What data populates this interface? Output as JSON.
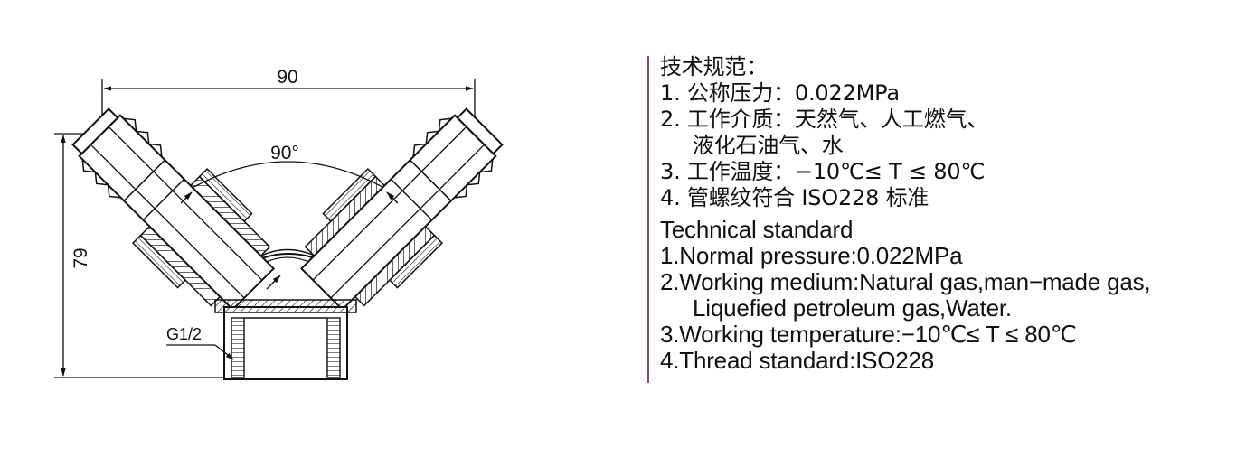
{
  "drawing": {
    "dimension_width": "90",
    "dimension_height": "79",
    "angle": "90°",
    "thread_label": "G1/2"
  },
  "spec_cn": {
    "title": "技术规范：",
    "item1": "1. 公称压力：0.022MPa",
    "item2": "2. 工作介质：天然气、人工燃气、",
    "item2_cont": "液化石油气、水",
    "item3": "3. 工作温度：−10℃≤ T ≤ 80℃",
    "item4": "4. 管螺纹符合 ISO228 标准"
  },
  "spec_en": {
    "title": "Technical standard",
    "item1": "1.Normal pressure:0.022MPa",
    "item2": "2.Working medium:Natural gas,man−made gas,",
    "item2_cont": "Liquefied petroleum gas,Water.",
    "item3": "3.Working temperature:−10℃≤ T ≤ 80℃",
    "item4": "4.Thread standard:ISO228"
  },
  "colors": {
    "ink": "#111111",
    "divider": "#8a4a86"
  }
}
